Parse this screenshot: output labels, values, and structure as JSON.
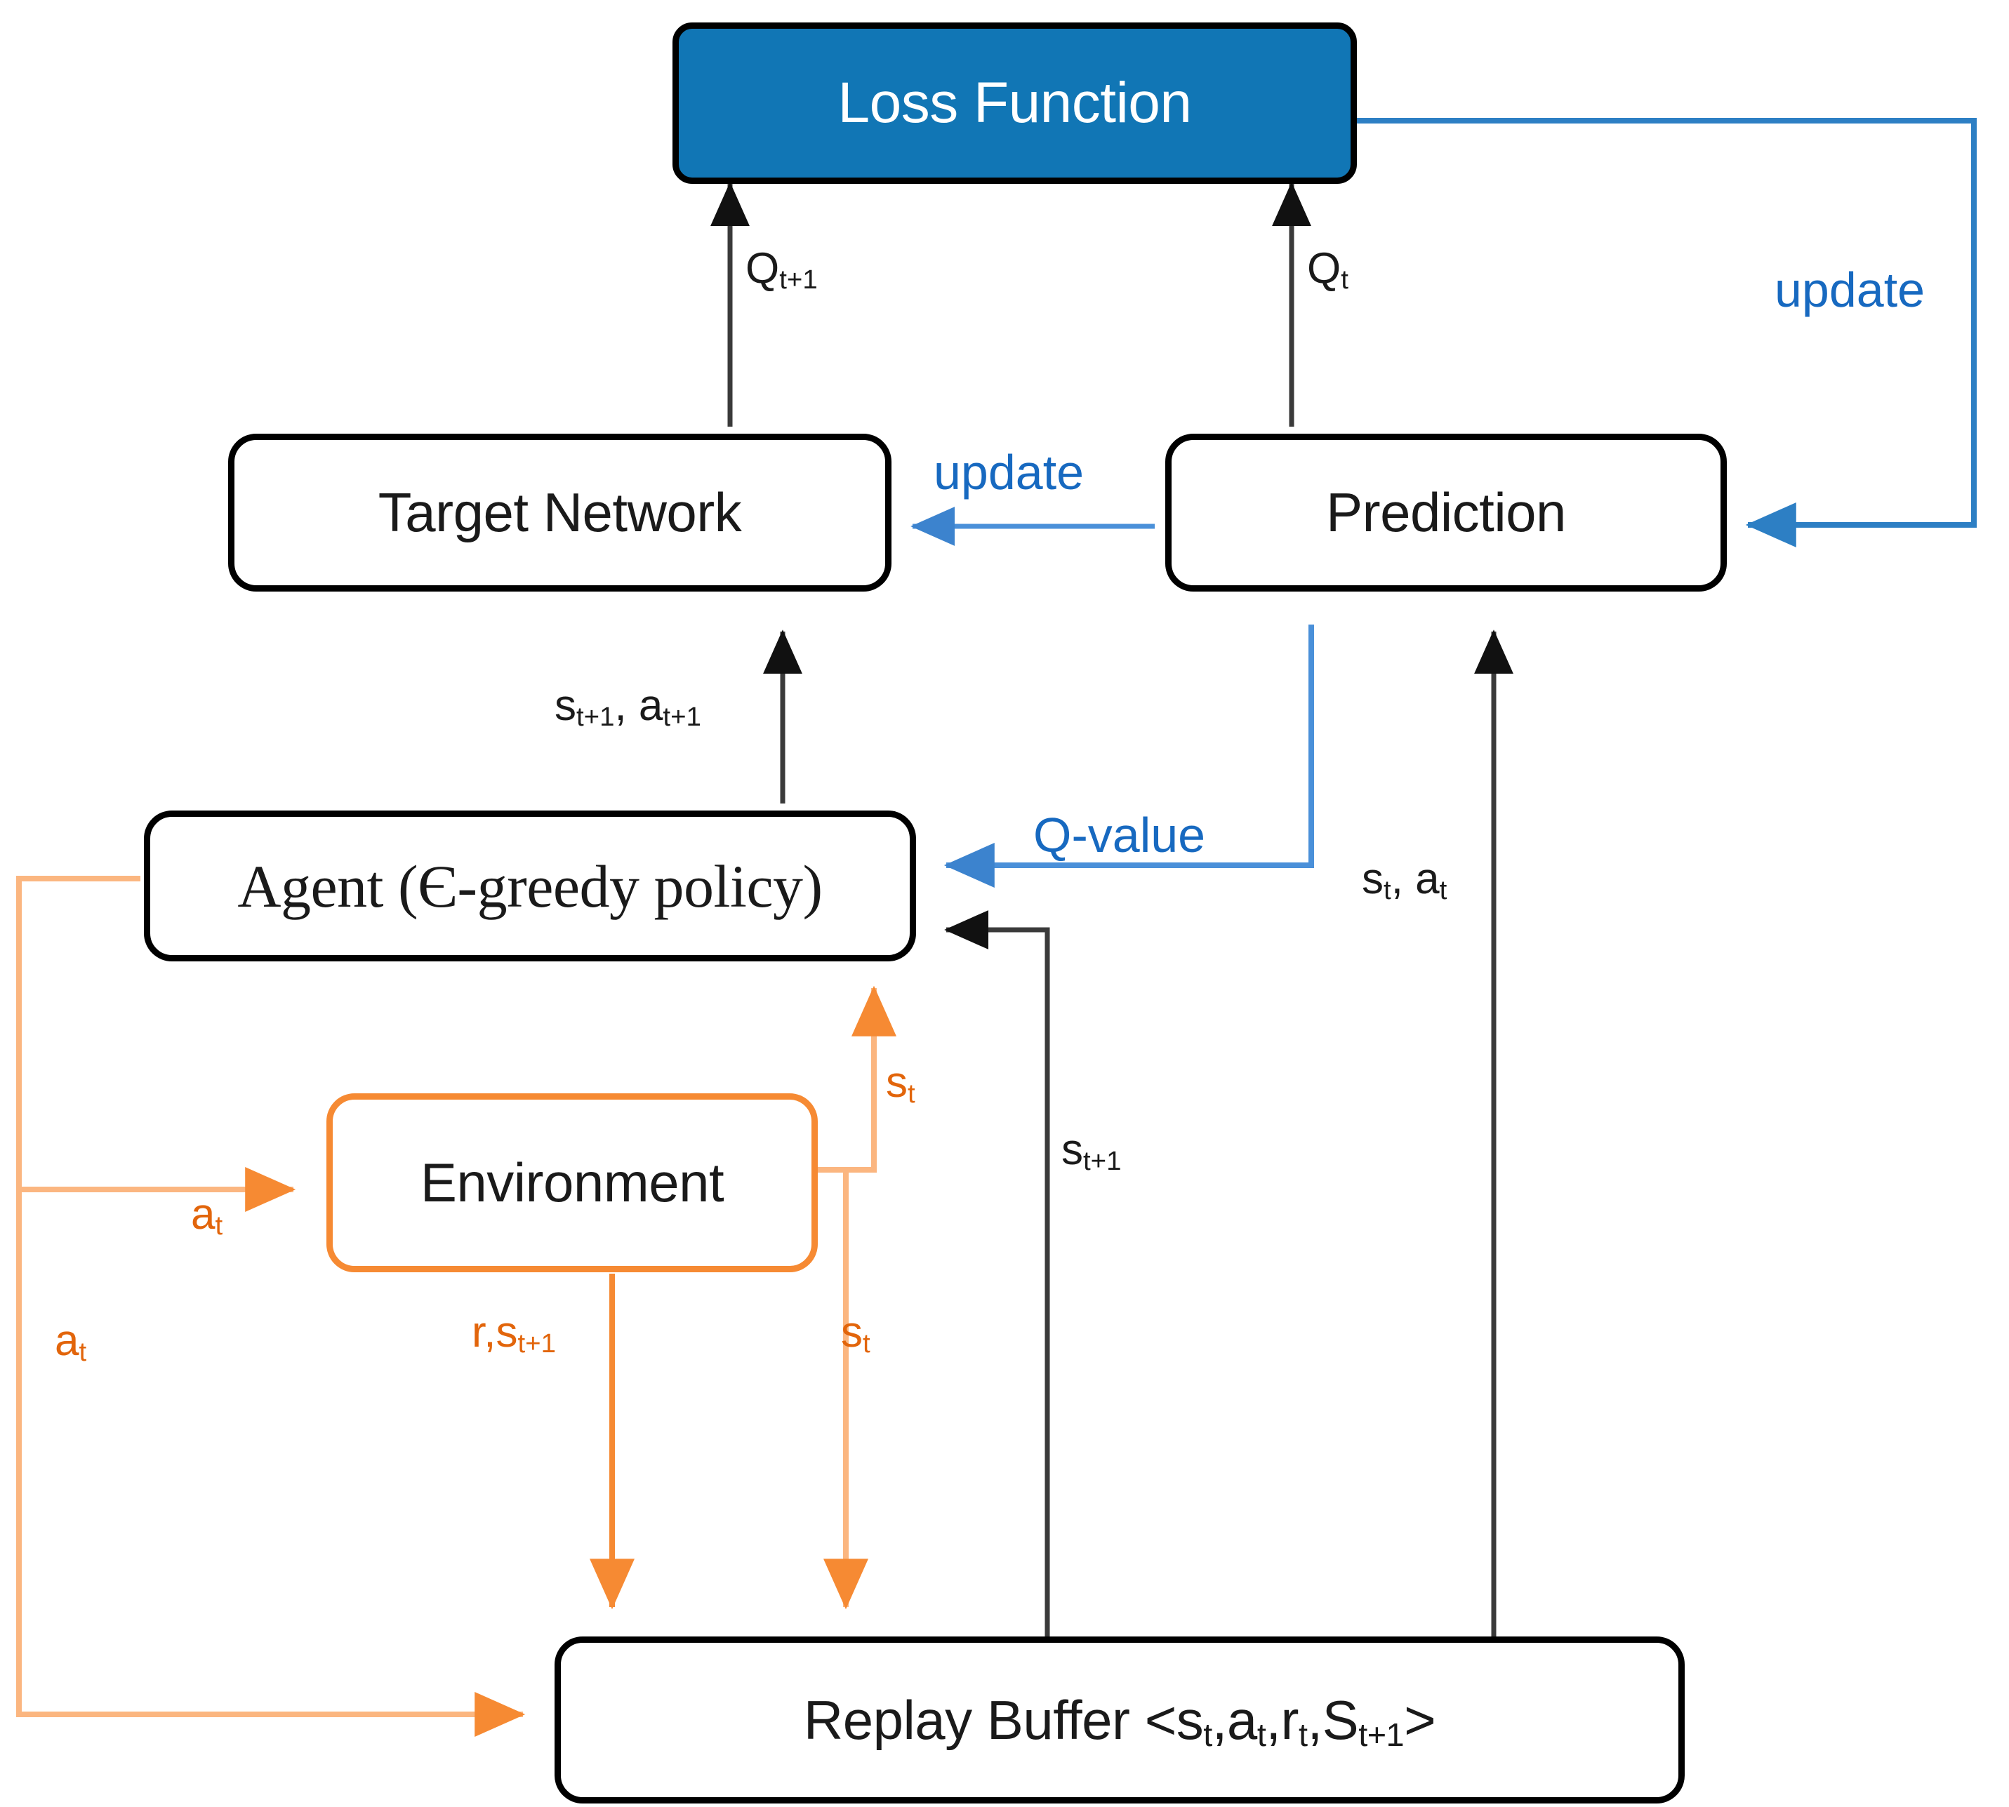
{
  "diagram": {
    "title": "Deep Q-Network training loop",
    "colors": {
      "accent_blue": "#1176B5",
      "edge_blue": "#4A90D9",
      "orange": "#F68A33",
      "orange_text": "#E2650B",
      "black": "#000000"
    },
    "nodes": {
      "loss_function": "Loss Function",
      "target_network": "Target Network",
      "prediction": "Prediction",
      "agent": "Agent (Є-greedy policy)",
      "environment": "Environment",
      "replay_buffer_prefix": "Replay Buffer <s",
      "replay_buffer_full": "Replay Buffer <st,at,rt,St+1>"
    },
    "edge_labels": {
      "q_t_plus_1": "Qt+1",
      "q_t": "Qt",
      "update_right": "update",
      "update_mid": "update",
      "s_a_t_plus_1": "st+1, at+1",
      "q_value": "Q-value",
      "s_a_t": "st, at",
      "s_t_agent": "st",
      "s_t_plus_1_black": "st+1",
      "a_t_env": "at",
      "a_t_left": "at",
      "r_s_t_plus_1": "r,st+1",
      "s_t_buffer": "st"
    }
  }
}
